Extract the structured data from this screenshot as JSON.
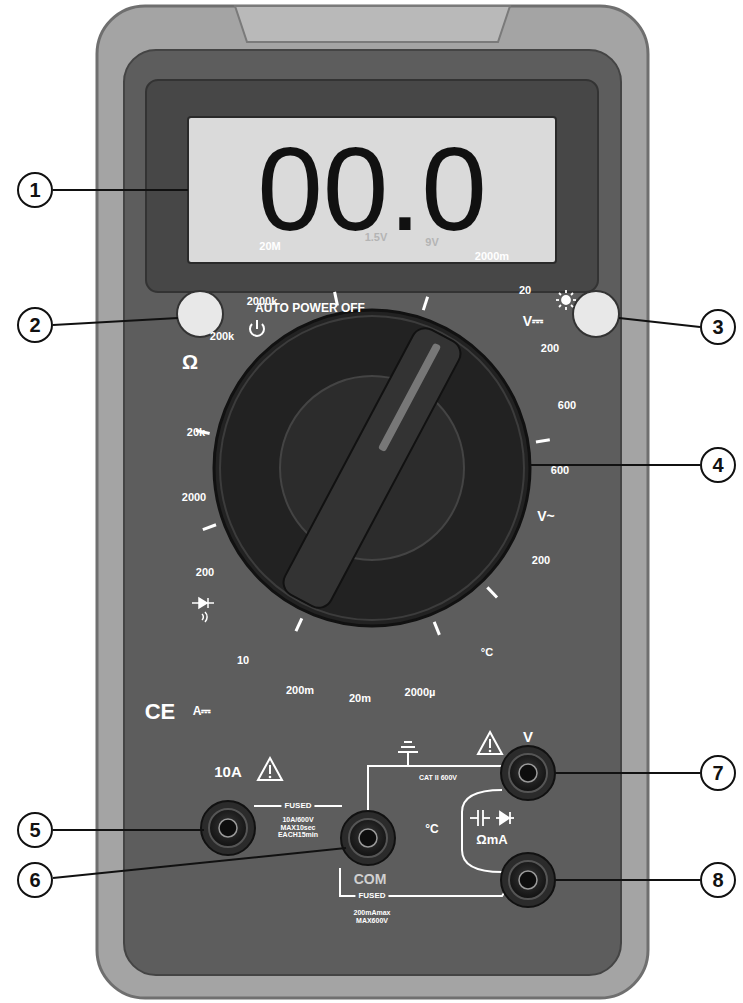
{
  "diagram": {
    "labels": [
      "1",
      "2",
      "3",
      "4",
      "5",
      "6",
      "7",
      "8",
      "00.0",
      "AUTO POWER OFF",
      "20M",
      "1.5V",
      "9V",
      "2000m",
      "20",
      "V⎓",
      "200",
      "600",
      "600",
      "V~",
      "200",
      "°C",
      "2000µ",
      "20m",
      "200m",
      "10",
      "200",
      "2000",
      "20k",
      "Ω",
      "200k",
      "2000k",
      "CE",
      "A⎓",
      "10A",
      "FUSED",
      "10A/600V MAX10sec EACH15min",
      "CAT II 600V",
      "V",
      "°C",
      "ΩmA",
      "COM",
      "FUSED",
      "200mAmax MAX600V"
    ]
  }
}
